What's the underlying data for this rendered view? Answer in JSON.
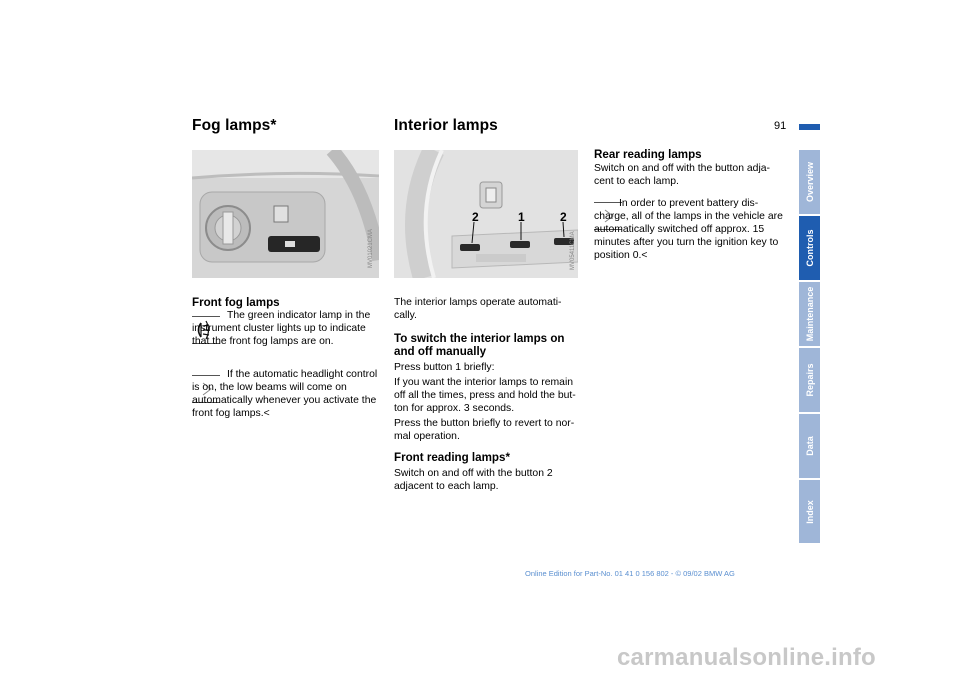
{
  "page": {
    "number": "91",
    "footer": "Online Edition for Part-No. 01 41 0 156 802 - © 09/02 BMW AG",
    "watermark": "carmanualsonline.info"
  },
  "tabs": [
    {
      "label": "Overview",
      "active": false
    },
    {
      "label": "Controls",
      "active": true
    },
    {
      "label": "Maintenance",
      "active": false
    },
    {
      "label": "Repairs",
      "active": false
    },
    {
      "label": "Data",
      "active": false
    },
    {
      "label": "Index",
      "active": false
    }
  ],
  "col1": {
    "heading": "Fog lamps*",
    "image_code": "MV01021CMA",
    "subheading": "Front fog lamps",
    "para1": "The green indicator lamp in the instrument cluster lights up to indicate that the front fog lamps are on.",
    "para2": "If the automatic headlight control is on, the low beams will come on automatically whenever you activate the front fog lamps.<"
  },
  "col2": {
    "heading": "Interior lamps",
    "image_code": "MV05411CMA",
    "image_labels": [
      "2",
      "1",
      "2"
    ],
    "intro": "The interior lamps operate automati-cally.",
    "sub1": "To switch the interior lamps on and off manually",
    "press": "Press button 1 briefly:",
    "remain": "If you want the interior lamps to remain off all the times, press and hold the but-ton for approx. 3 seconds.",
    "revert": "Press the button briefly to revert to nor-mal operation.",
    "sub2": "Front reading lamps*",
    "front_text": "Switch on and off with the button 2 adjacent to each lamp."
  },
  "col3": {
    "sub": "Rear reading lamps",
    "text": "Switch on and off with the button adja-cent to each lamp.",
    "note": "In order to prevent battery dis-charge, all of the lamps in the vehicle are automatically switched off approx. 15 minutes after you turn the ignition key to position 0.<"
  }
}
